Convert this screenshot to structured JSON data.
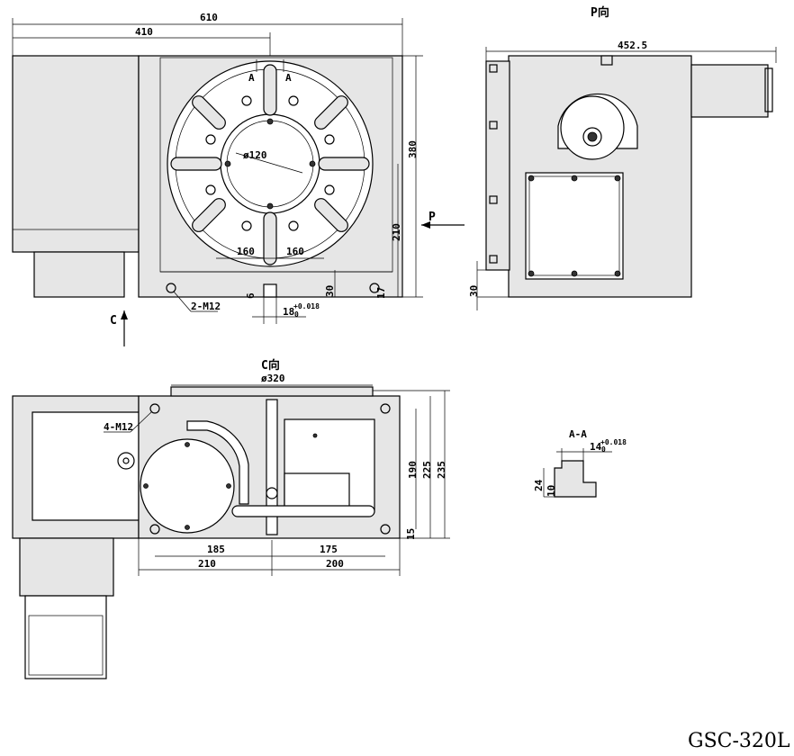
{
  "model": "GSC-320L",
  "views": {
    "top": {
      "dims": {
        "overall_width": "610",
        "left_width": "410",
        "height_380": "380",
        "height_210": "210",
        "half_left": "160",
        "half_right": "160",
        "bore": "ø120",
        "holes": "2-M12",
        "slot_w": "18",
        "slot_tol": "+0.018",
        "slot_tol0": "0",
        "d6": "6",
        "d30": "30",
        "d17": "17"
      },
      "section_mark_left": "A",
      "section_mark_right": "A",
      "arrow_c": "C",
      "arrow_p": "P"
    },
    "side": {
      "title": "P向",
      "dims": {
        "width": "452.5",
        "d30": "30"
      }
    },
    "bottom": {
      "title": "C向",
      "dims": {
        "dia": "ø320",
        "holes": "4-M12",
        "w185": "185",
        "w175": "175",
        "w210": "210",
        "w200": "200",
        "h190": "190",
        "h225": "225",
        "h235": "235",
        "h15": "15"
      }
    },
    "section": {
      "title": "A-A",
      "dims": {
        "w14": "14",
        "tol": "+0.018",
        "tol0": "0",
        "h24": "24",
        "h10": "10"
      }
    }
  }
}
